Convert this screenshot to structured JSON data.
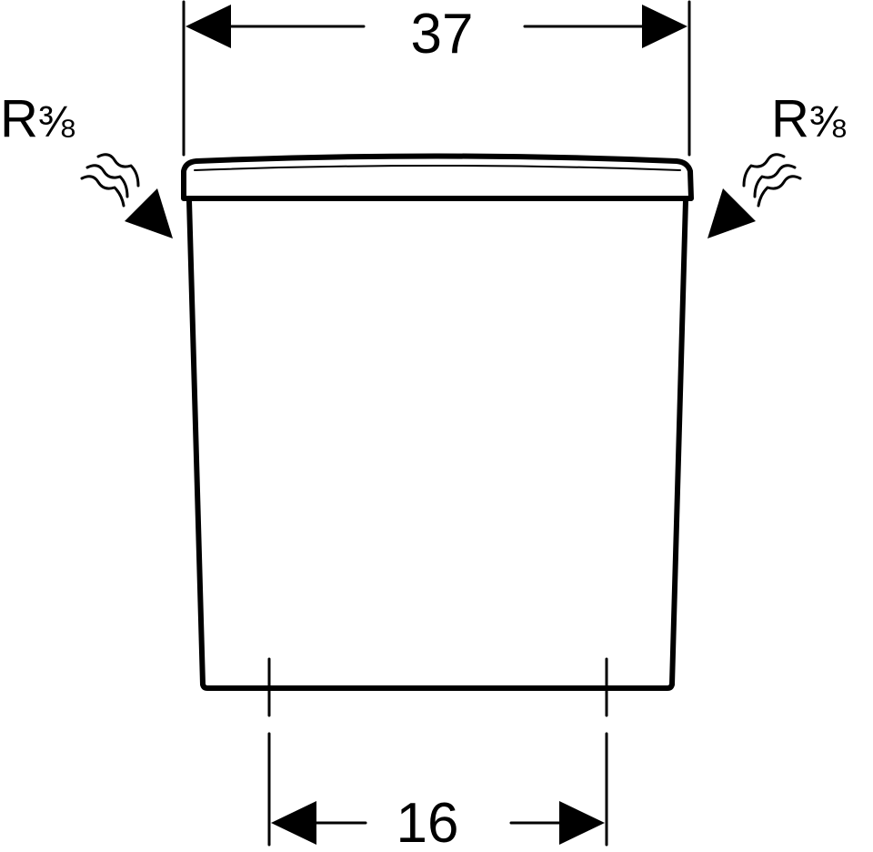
{
  "drawing": {
    "object": "cistern",
    "dimensions": {
      "top_width": {
        "value": "37"
      },
      "bottom_width": {
        "value": "16"
      }
    },
    "connections": {
      "left": {
        "label_main": "R",
        "label_fraction": "⅜",
        "icon": "water-inlet-arrow-icon"
      },
      "right": {
        "label_main": "R",
        "label_fraction": "⅜",
        "icon": "water-inlet-arrow-icon"
      }
    },
    "colors": {
      "line": "#000000",
      "background": "#ffffff"
    }
  }
}
